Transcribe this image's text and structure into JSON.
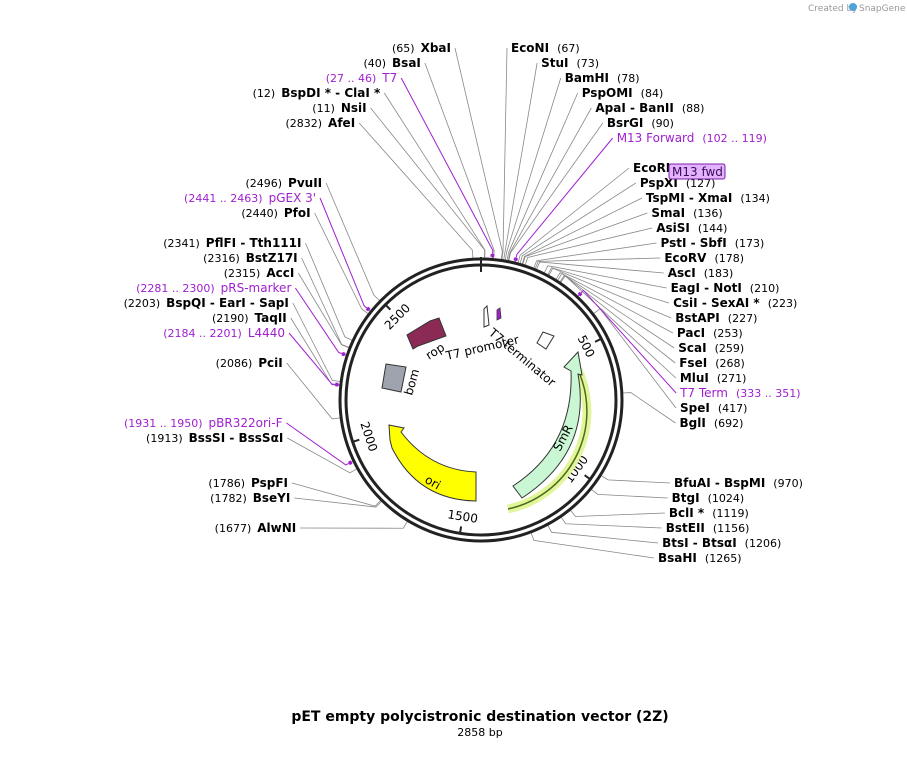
{
  "credit": {
    "prefix": "Created by",
    "brand": "SnapGene"
  },
  "title": "pET empty polycistronic destination vector (2Z)",
  "subtitle": "2858 bp",
  "total_bp": 2858,
  "ticks": [
    {
      "pos": 500,
      "label": "500"
    },
    {
      "pos": 1000,
      "label": "1000"
    },
    {
      "pos": 1500,
      "label": "1500"
    },
    {
      "pos": 2000,
      "label": "2000"
    },
    {
      "pos": 2500,
      "label": "2500"
    }
  ],
  "enzymes": [
    {
      "name": "XbaI",
      "pos": "(65)",
      "site": 65,
      "side": "L",
      "row": 1
    },
    {
      "name": "BsaI",
      "pos": "(40)",
      "site": 40,
      "side": "L",
      "row": 2
    },
    {
      "name": "BspDI * - ClaI *",
      "pos": "(12)",
      "site": 12,
      "side": "L",
      "row": 4
    },
    {
      "name": "NsiI",
      "pos": "(11)",
      "site": 11,
      "side": "L",
      "row": 5
    },
    {
      "name": "AfeI",
      "pos": "(2832)",
      "site": 2832,
      "side": "L",
      "row": 6
    },
    {
      "name": "PvuII",
      "pos": "(2496)",
      "site": 2496,
      "side": "L",
      "row": 10
    },
    {
      "name": "PfoI",
      "pos": "(2440)",
      "site": 2440,
      "side": "L",
      "row": 12
    },
    {
      "name": "PflFI - Tth111I",
      "pos": "(2341)",
      "site": 2341,
      "side": "L",
      "row": 14
    },
    {
      "name": "BstZ17I",
      "pos": "(2316)",
      "site": 2316,
      "side": "L",
      "row": 15
    },
    {
      "name": "AccI",
      "pos": "(2315)",
      "site": 2315,
      "side": "L",
      "row": 16
    },
    {
      "name": "BspQI - EarI - SapI",
      "pos": "(2203)",
      "site": 2203,
      "side": "L",
      "row": 18
    },
    {
      "name": "TaqII",
      "pos": "(2190)",
      "site": 2190,
      "side": "L",
      "row": 19
    },
    {
      "name": "PciI",
      "pos": "(2086)",
      "site": 2086,
      "side": "L",
      "row": 22
    },
    {
      "name": "BssSI - BssSαI",
      "pos": "(1913)",
      "site": 1913,
      "side": "L",
      "row": 27
    },
    {
      "name": "PspFI",
      "pos": "(1786)",
      "site": 1786,
      "side": "L",
      "row": 30
    },
    {
      "name": "BseYI",
      "pos": "(1782)",
      "site": 1782,
      "side": "L",
      "row": 31
    },
    {
      "name": "AlwNI",
      "pos": "(1677)",
      "site": 1677,
      "side": "L",
      "row": 33
    },
    {
      "name": "EcoNI",
      "pos": "(67)",
      "site": 67,
      "side": "R",
      "row": 1
    },
    {
      "name": "StuI",
      "pos": "(73)",
      "site": 73,
      "side": "R",
      "row": 2
    },
    {
      "name": "BamHI",
      "pos": "(78)",
      "site": 78,
      "side": "R",
      "row": 3
    },
    {
      "name": "PspOMI",
      "pos": "(84)",
      "site": 84,
      "side": "R",
      "row": 4
    },
    {
      "name": "ApaI - BanII",
      "pos": "(88)",
      "site": 88,
      "side": "R",
      "row": 5
    },
    {
      "name": "BsrGI",
      "pos": "(90)",
      "site": 90,
      "side": "R",
      "row": 6
    },
    {
      "name": "EcoRI",
      "pos": "(120)",
      "site": 120,
      "side": "R",
      "row": 9
    },
    {
      "name": "PspXI",
      "pos": "(127)",
      "site": 127,
      "side": "R",
      "row": 10
    },
    {
      "name": "TspMI - XmaI",
      "pos": "(134)",
      "site": 134,
      "side": "R",
      "row": 11
    },
    {
      "name": "SmaI",
      "pos": "(136)",
      "site": 136,
      "side": "R",
      "row": 12
    },
    {
      "name": "AsiSI",
      "pos": "(144)",
      "site": 144,
      "side": "R",
      "row": 13
    },
    {
      "name": "PstI - SbfI",
      "pos": "(173)",
      "site": 173,
      "side": "R",
      "row": 14
    },
    {
      "name": "EcoRV",
      "pos": "(178)",
      "site": 178,
      "side": "R",
      "row": 15
    },
    {
      "name": "AscI",
      "pos": "(183)",
      "site": 183,
      "side": "R",
      "row": 16
    },
    {
      "name": "EagI - NotI",
      "pos": "(210)",
      "site": 210,
      "side": "R",
      "row": 17
    },
    {
      "name": "CsiI - SexAI *",
      "pos": "(223)",
      "site": 223,
      "side": "R",
      "row": 18
    },
    {
      "name": "BstAPI",
      "pos": "(227)",
      "site": 227,
      "side": "R",
      "row": 19
    },
    {
      "name": "PacI",
      "pos": "(253)",
      "site": 253,
      "side": "R",
      "row": 20
    },
    {
      "name": "ScaI",
      "pos": "(259)",
      "site": 259,
      "side": "R",
      "row": 21
    },
    {
      "name": "FseI",
      "pos": "(268)",
      "site": 268,
      "side": "R",
      "row": 22
    },
    {
      "name": "MluI",
      "pos": "(271)",
      "site": 271,
      "side": "R",
      "row": 23
    },
    {
      "name": "SpeI",
      "pos": "(417)",
      "site": 417,
      "side": "R",
      "row": 25
    },
    {
      "name": "BglI",
      "pos": "(692)",
      "site": 692,
      "side": "R",
      "row": 26
    },
    {
      "name": "BfuAI - BspMI",
      "pos": "(970)",
      "site": 970,
      "side": "R",
      "row": 30
    },
    {
      "name": "BtgI",
      "pos": "(1024)",
      "site": 1024,
      "side": "R",
      "row": 31
    },
    {
      "name": "BclI *",
      "pos": "(1119)",
      "site": 1119,
      "side": "R",
      "row": 32
    },
    {
      "name": "BstEII",
      "pos": "(1156)",
      "site": 1156,
      "side": "R",
      "row": 33
    },
    {
      "name": "BtsI - BtsαI",
      "pos": "(1206)",
      "site": 1206,
      "side": "R",
      "row": 34
    },
    {
      "name": "BsaHI",
      "pos": "(1265)",
      "site": 1265,
      "side": "R",
      "row": 35
    }
  ],
  "primers": [
    {
      "name": "T7",
      "pos": "(27 .. 46)",
      "site": 36,
      "side": "L",
      "row": 3
    },
    {
      "name": "pGEX 3'",
      "pos": "(2441 .. 2463)",
      "site": 2452,
      "side": "L",
      "row": 11
    },
    {
      "name": "pRS-marker",
      "pos": "(2281 .. 2300)",
      "site": 2290,
      "side": "L",
      "row": 17
    },
    {
      "name": "L4440",
      "pos": "(2184 .. 2201)",
      "site": 2192,
      "side": "L",
      "row": 20
    },
    {
      "name": "pBR322ori-F",
      "pos": "(1931 .. 1950)",
      "site": 1940,
      "side": "L",
      "row": 26
    },
    {
      "name": "M13 Forward",
      "pos": "(102 .. 119)",
      "site": 110,
      "side": "R",
      "row": 7
    },
    {
      "name": "T7 Term",
      "pos": "(333 .. 351)",
      "site": 342,
      "side": "R",
      "row": 24
    }
  ],
  "primer_box": {
    "label": "M13 fwd"
  },
  "features": [
    {
      "name": "T7 promoter",
      "color": "#ffffff"
    },
    {
      "name": "T7 terminator",
      "color": "#ffffff"
    },
    {
      "name": "SmR",
      "color": "#c9f7d3"
    },
    {
      "name": "ori",
      "color": "#ffff00"
    },
    {
      "name": "bom",
      "color": "#9ea3ad"
    },
    {
      "name": "rop",
      "color": "#8b2a55"
    }
  ]
}
